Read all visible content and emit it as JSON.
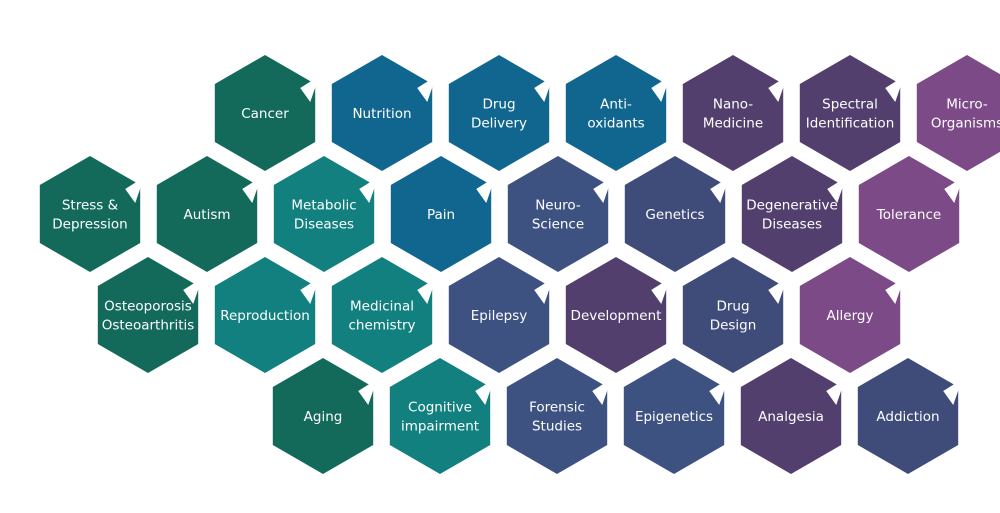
{
  "colors": {
    "green": "#136a5a",
    "dark_teal": "#117c74",
    "teal": "#11807f",
    "blue": "#11668f",
    "slate_blue": "#3d5281",
    "indigo": "#3f4c79",
    "dark_purple": "#523f6d",
    "purple": "#6f4b80",
    "light_purple": "#7b4a87"
  },
  "hexagons": [
    {
      "id": "cancer",
      "lines": [
        "Cancer"
      ],
      "color": "green"
    },
    {
      "id": "nutrition",
      "lines": [
        "Nutrition"
      ],
      "color": "blue"
    },
    {
      "id": "drug-delivery",
      "lines": [
        "Drug",
        "Delivery"
      ],
      "color": "blue"
    },
    {
      "id": "antioxidants",
      "lines": [
        "Anti-",
        "oxidants"
      ],
      "color": "blue"
    },
    {
      "id": "nanomedicine",
      "lines": [
        "Nano-",
        "Medicine"
      ],
      "color": "dark_purple"
    },
    {
      "id": "spectral-identification",
      "lines": [
        "Spectral",
        "Identification"
      ],
      "color": "dark_purple"
    },
    {
      "id": "microorganisms",
      "lines": [
        "Micro-",
        "Organisms"
      ],
      "color": "light_purple"
    },
    {
      "id": "stress-depression",
      "lines": [
        "Stress &",
        "Depression"
      ],
      "color": "green"
    },
    {
      "id": "autism",
      "lines": [
        "Autism"
      ],
      "color": "green"
    },
    {
      "id": "metabolic-diseases",
      "lines": [
        "Metabolic",
        "Diseases"
      ],
      "color": "teal"
    },
    {
      "id": "pain",
      "lines": [
        "Pain"
      ],
      "color": "blue"
    },
    {
      "id": "neuroscience",
      "lines": [
        "Neuro-",
        "Science"
      ],
      "color": "slate_blue"
    },
    {
      "id": "genetics",
      "lines": [
        "Genetics"
      ],
      "color": "indigo"
    },
    {
      "id": "degenerative-diseases",
      "lines": [
        "Degenerative",
        "Diseases"
      ],
      "color": "dark_purple"
    },
    {
      "id": "tolerance",
      "lines": [
        "Tolerance"
      ],
      "color": "light_purple"
    },
    {
      "id": "osteoporosis-osteoarthritis",
      "lines": [
        "Osteoporosis",
        "Osteoarthritis"
      ],
      "color": "green"
    },
    {
      "id": "reproduction",
      "lines": [
        "Reproduction"
      ],
      "color": "teal"
    },
    {
      "id": "medicinal-chemistry",
      "lines": [
        "Medicinal",
        "chemistry"
      ],
      "color": "teal"
    },
    {
      "id": "epilepsy",
      "lines": [
        "Epilepsy"
      ],
      "color": "slate_blue"
    },
    {
      "id": "development",
      "lines": [
        "Development"
      ],
      "color": "dark_purple"
    },
    {
      "id": "drug-design",
      "lines": [
        "Drug",
        "Design"
      ],
      "color": "indigo"
    },
    {
      "id": "allergy",
      "lines": [
        "Allergy"
      ],
      "color": "light_purple"
    },
    {
      "id": "aging",
      "lines": [
        "Aging"
      ],
      "color": "green"
    },
    {
      "id": "cognitive-impairment",
      "lines": [
        "Cognitive",
        "impairment"
      ],
      "color": "teal"
    },
    {
      "id": "forensic-studies",
      "lines": [
        "Forensic",
        "Studies"
      ],
      "color": "slate_blue"
    },
    {
      "id": "epigenetics",
      "lines": [
        "Epigenetics"
      ],
      "color": "slate_blue"
    },
    {
      "id": "analgesia",
      "lines": [
        "Analgesia"
      ],
      "color": "dark_purple"
    },
    {
      "id": "addiction",
      "lines": [
        "Addiction"
      ],
      "color": "indigo"
    }
  ]
}
